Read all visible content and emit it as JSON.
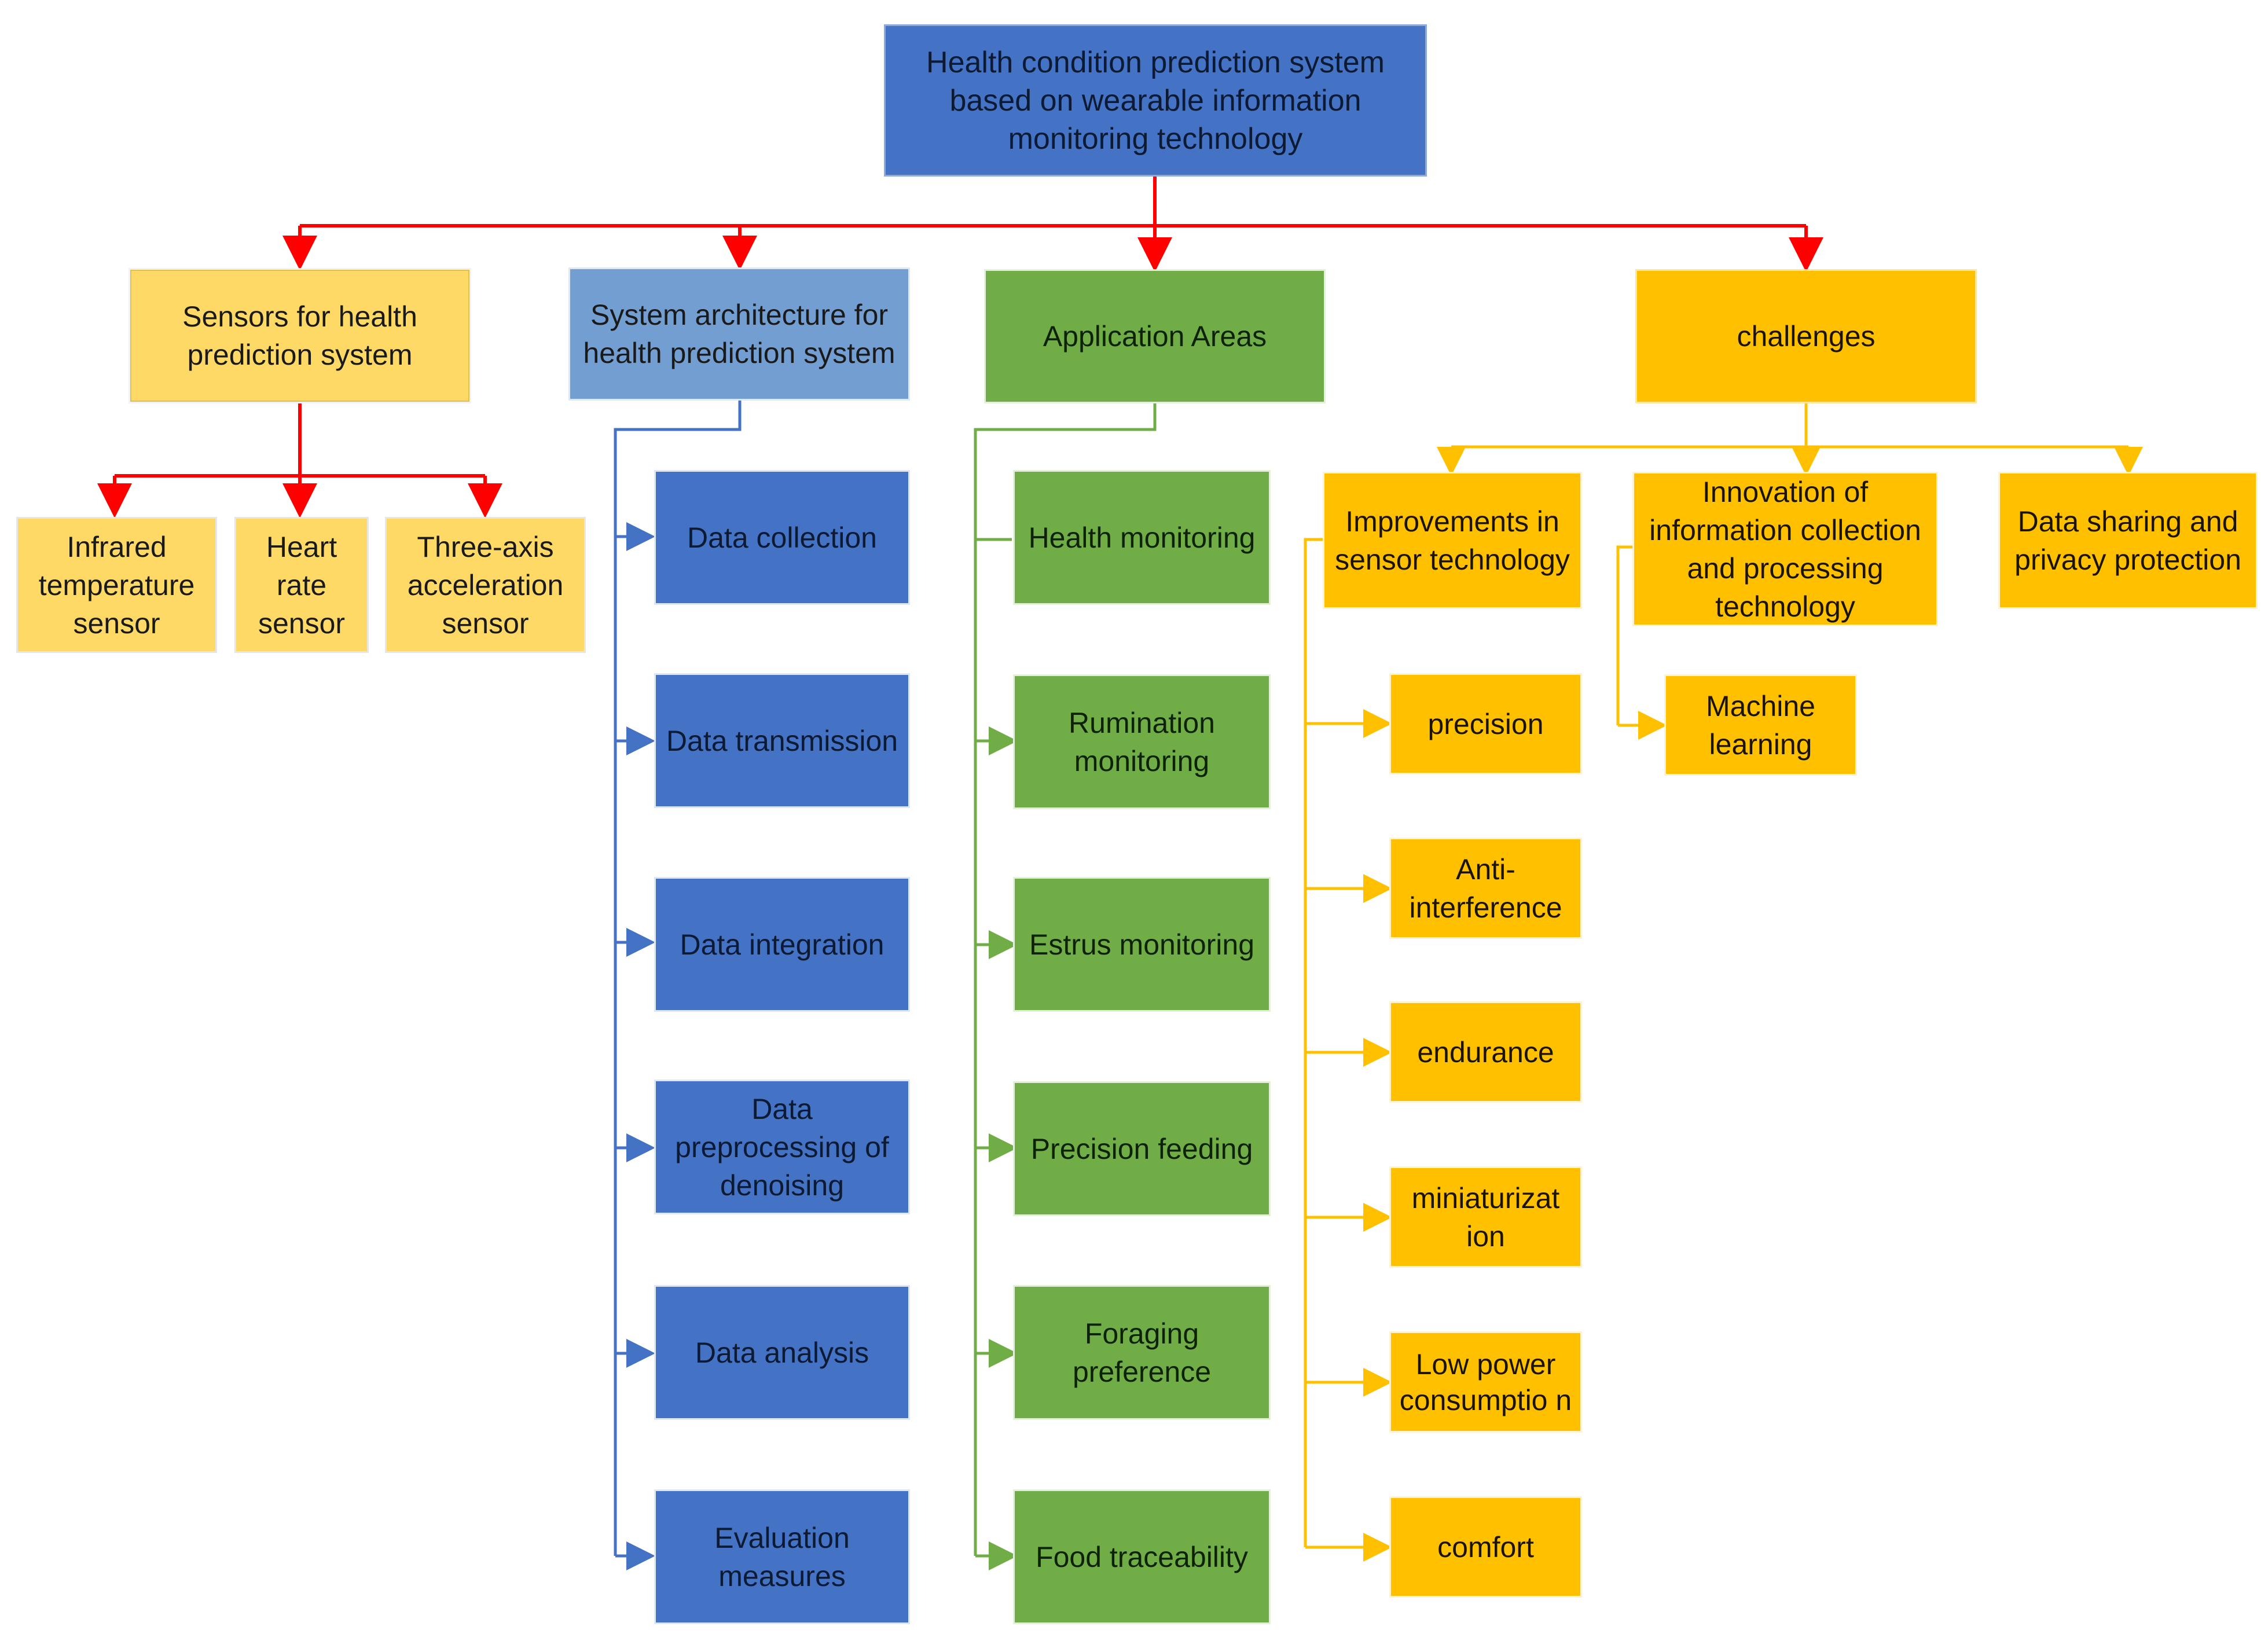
{
  "root": "Health condition prediction system based on wearable information monitoring technology",
  "sensors": {
    "title": "Sensors for health prediction system",
    "items": [
      "Infrared temperature sensor",
      "Heart rate sensor",
      "Three-axis acceleration sensor"
    ]
  },
  "architecture": {
    "title": "System architecture for health prediction system",
    "items": [
      "Data collection",
      "Data transmission",
      "Data integration",
      "Data preprocessing of denoising",
      "Data analysis",
      "Evaluation measures"
    ]
  },
  "applications": {
    "title": "Application Areas",
    "items": [
      "Health monitoring",
      "Rumination monitoring",
      "Estrus monitoring",
      "Precision feeding",
      "Foraging preference",
      "Food traceability"
    ]
  },
  "challenges": {
    "title": "challenges",
    "improvements": {
      "title": "Improvements in sensor technology",
      "items": [
        "precision",
        "Anti-interference",
        "endurance",
        "miniaturizat ion",
        "Low power consumptio n",
        "comfort"
      ]
    },
    "innovation": {
      "title": "Innovation of information collection and processing technology",
      "items": [
        "Machine learning"
      ]
    },
    "privacy": {
      "title": "Data sharing and privacy protection"
    }
  },
  "colors": {
    "red_connector": "#ff0000",
    "blue_connector": "#4472c4",
    "green_connector": "#70ad47",
    "gold_connector": "#ffc000"
  }
}
